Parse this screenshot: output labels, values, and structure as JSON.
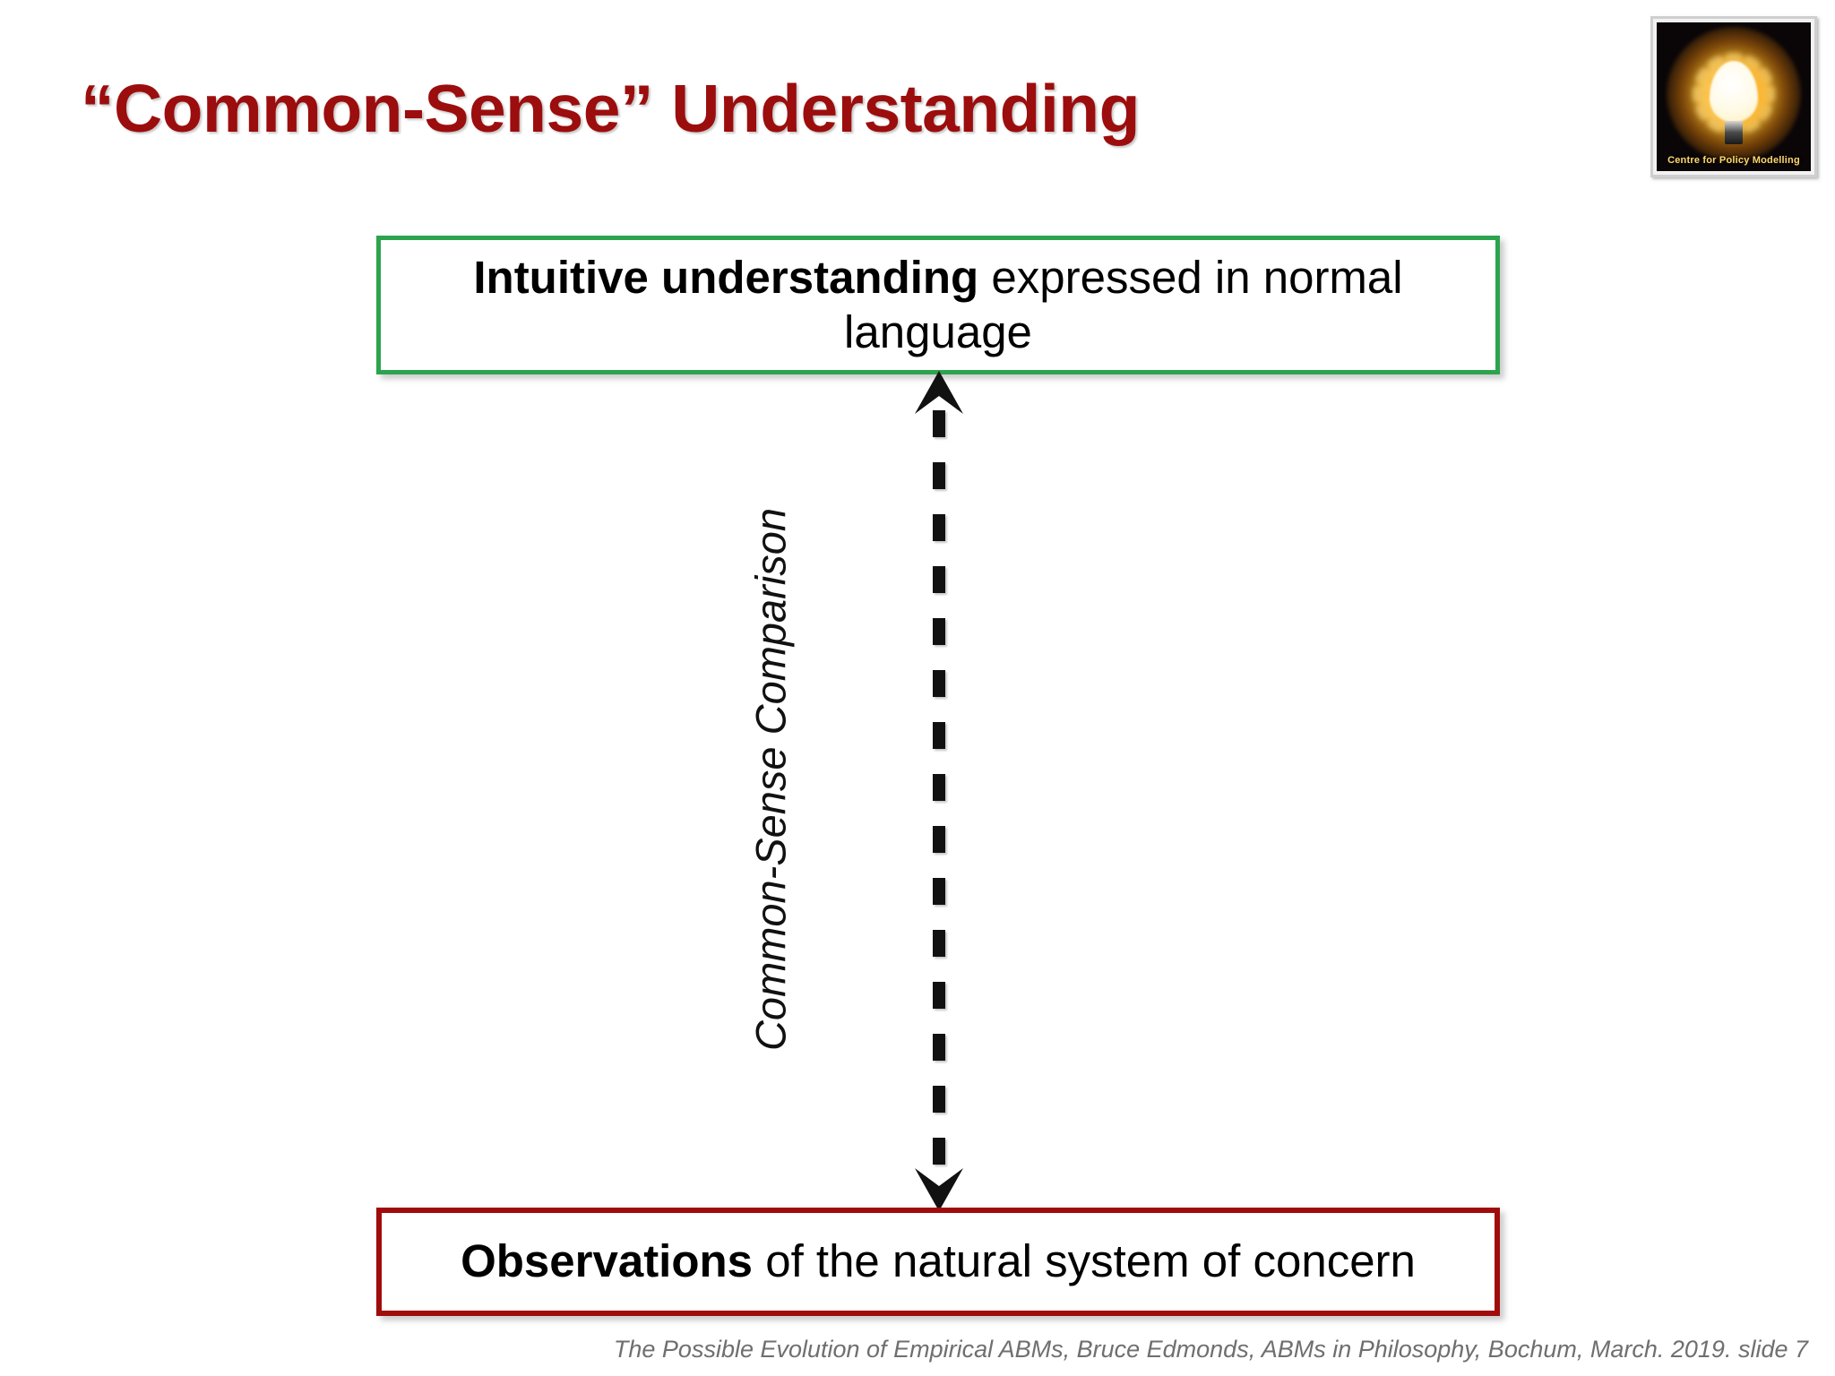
{
  "slide": {
    "title": "“Common-Sense” Understanding",
    "title_color": "#9C0D0D",
    "background_color": "#ffffff",
    "slide_number": "7"
  },
  "logo": {
    "caption": "Centre for Policy Modelling",
    "icon": "lightbulb-glow-icon",
    "background_color": "#0a0608",
    "glow_color": "#FFBE28",
    "frame_color": "#cfcfcf"
  },
  "boxes": {
    "top": {
      "name": "intuitive-understanding-box",
      "bold_text": "Intuitive understanding",
      "rest_text": " expressed in normal language",
      "full_text": "Intuitive understanding expressed in normal language",
      "border_color": "#2CA44E"
    },
    "bottom": {
      "name": "observations-box",
      "bold_text": "Observations",
      "rest_text": " of the natural system of concern",
      "full_text": "Observations of the natural system of concern",
      "border_color": "#A00C0C"
    }
  },
  "connector": {
    "label": "Common-Sense Comparison",
    "style": "dashed",
    "direction": "bidirectional",
    "color": "#111111",
    "arrow_up": "arrow-up-icon",
    "arrow_down": "arrow-down-icon"
  },
  "footer": {
    "citation": "The Possible Evolution of Empirical ABMs, Bruce Edmonds, ABMs in Philosophy, Bochum, March. 2019. slide 7",
    "color": "#6f6f6f"
  }
}
